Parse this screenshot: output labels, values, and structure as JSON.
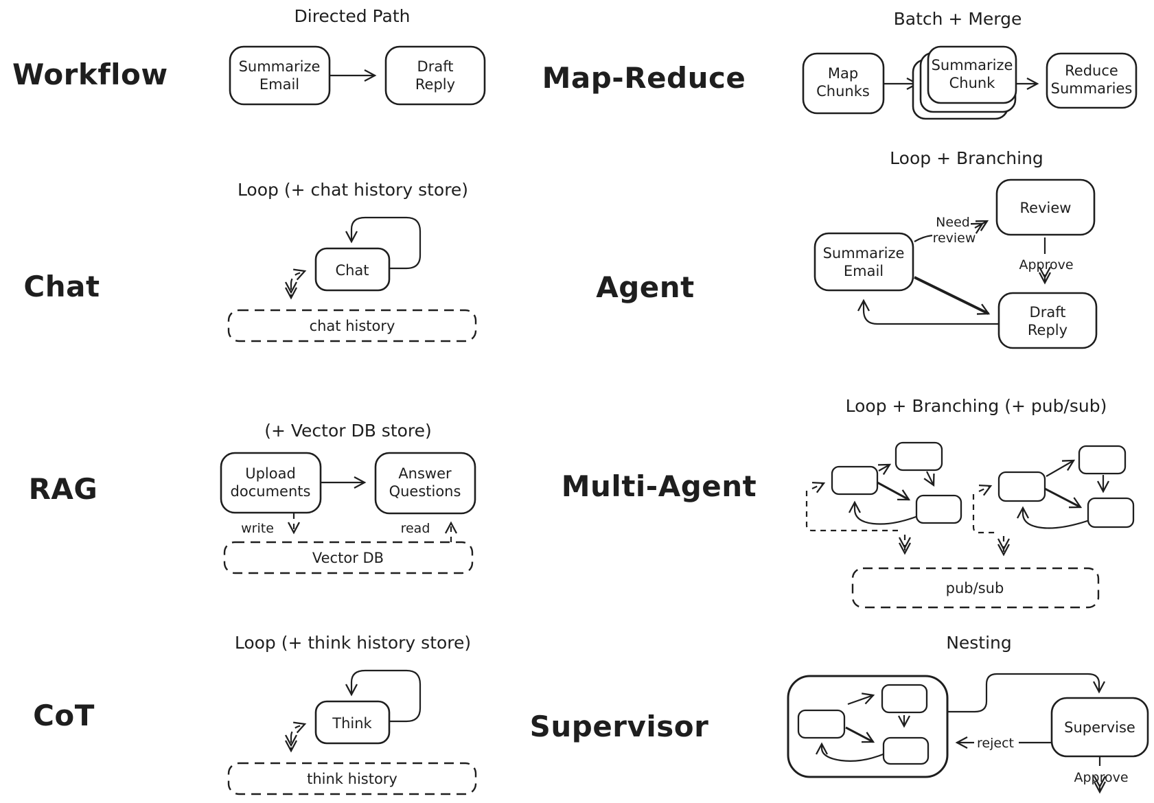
{
  "colors": {
    "ink": "#1e1e1e",
    "background": "#ffffff"
  },
  "sections": {
    "workflow": {
      "label": "Workflow",
      "title": "Directed Path",
      "summarize_email": [
        "Summarize",
        "Email"
      ],
      "draft_reply": [
        "Draft",
        "Reply"
      ]
    },
    "map_reduce": {
      "label": "Map-Reduce",
      "title": "Batch + Merge",
      "map_chunks": [
        "Map",
        "Chunks"
      ],
      "summarize_chunk": [
        "Summarize",
        "Chunk"
      ],
      "reduce_summaries": [
        "Reduce",
        "Summaries"
      ]
    },
    "chat": {
      "label": "Chat",
      "title": "Loop (+ chat history store)",
      "node": "Chat",
      "store": "chat history"
    },
    "agent": {
      "label": "Agent",
      "title": "Loop + Branching",
      "summarize_email": [
        "Summarize",
        "Email"
      ],
      "review": "Review",
      "draft_reply": [
        "Draft",
        "Reply"
      ],
      "need_review": [
        "Need",
        "review"
      ],
      "approve": "Approve"
    },
    "rag": {
      "label": "RAG",
      "title": "(+ Vector DB store)",
      "upload_documents": [
        "Upload",
        "documents"
      ],
      "answer_questions": [
        "Answer",
        "Questions"
      ],
      "write": "write",
      "read": "read",
      "store": "Vector DB"
    },
    "multi_agent": {
      "label": "Multi-Agent",
      "title": "Loop + Branching (+ pub/sub)",
      "store": "pub/sub"
    },
    "cot": {
      "label": "CoT",
      "title": "Loop (+ think history store)",
      "node": "Think",
      "store": "think history"
    },
    "supervisor": {
      "label": "Supervisor",
      "title": "Nesting",
      "node": "Supervise",
      "reject": "reject",
      "approve": "Approve"
    }
  }
}
